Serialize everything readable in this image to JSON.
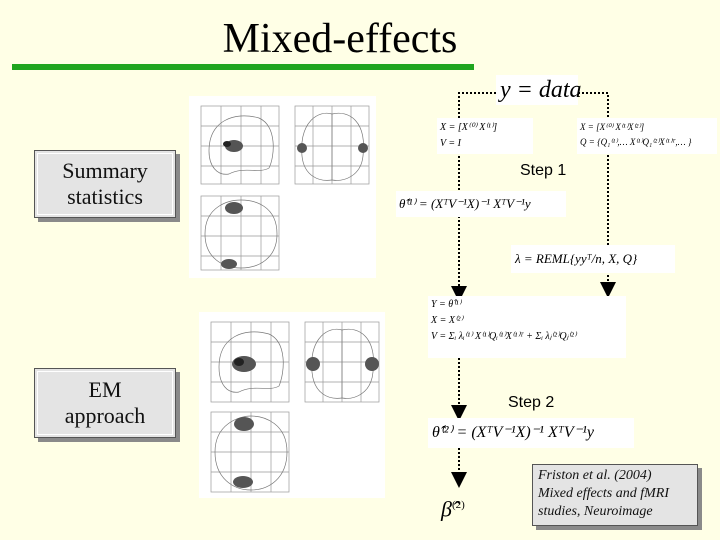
{
  "title": "Mixed-effects",
  "labels": {
    "summary_line1": "Summary",
    "summary_line2": "statistics",
    "em_line1": "EM",
    "em_line2": "approach"
  },
  "steps": {
    "step1": "Step 1",
    "step2": "Step 2"
  },
  "equations": {
    "ydata": "y = data",
    "x1_line1": "X = [X⁽⁰⁾  X⁽¹⁾]",
    "x1_line2": "V = I",
    "x2_line1": "X = [X⁽⁰⁾ X⁽¹⁾X⁽²⁾]",
    "x2_line2": "Q = {Q₁⁽¹⁾,…  X⁽¹⁾Q₁⁽²⁾X⁽¹⁾ᵀ,… }",
    "theta1": "θ̂⁽¹⁾ = (XᵀV⁻¹X)⁻¹ XᵀV⁻¹y",
    "lambda": "λ = REML{yyᵀ/n, X, Q}",
    "model2_line1": "Y = θ̂⁽¹⁾",
    "model2_line2": "X = X⁽²⁾",
    "model2_line3": "V = Σᵢ λᵢ⁽¹⁾ X⁽¹⁾Qᵢ⁽¹⁾X⁽¹⁾ᵀ + Σᵢ λⱼ⁽²⁾Qⱼ⁽²⁾",
    "theta2": "θ̂⁽²⁾ = (XᵀV⁻¹X)⁻¹ XᵀV⁻¹y",
    "beta": "β̂",
    "beta_sup": "(2)"
  },
  "citation": {
    "line1": "Friston et al. (2004)",
    "line2": "Mixed effects and fMRI",
    "line3": "studies, Neuroimage"
  },
  "colors": {
    "background": "#ffffe6",
    "title_rule": "#1fa51f",
    "label_box": "#e4e4e4"
  }
}
